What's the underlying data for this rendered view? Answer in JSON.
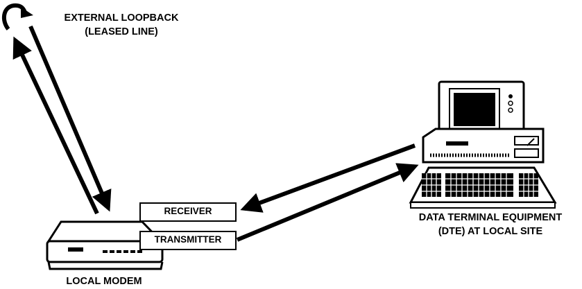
{
  "labels": {
    "external_loopback_line1": "EXTERNAL LOOPBACK",
    "external_loopback_line2": "(LEASED LINE)",
    "receiver": "RECEIVER",
    "transmitter": "TRANSMITTER",
    "dte_line1": "DATA TERMINAL EQUIPMENT",
    "dte_line2": "(DTE) AT LOCAL SITE",
    "local_modem": "LOCAL MODEM"
  },
  "icons": [
    "loopback-arrow-icon",
    "modem-icon",
    "computer-terminal-icon",
    "keyboard-icon"
  ],
  "colors": {
    "ink": "#000000",
    "paper": "#ffffff"
  }
}
